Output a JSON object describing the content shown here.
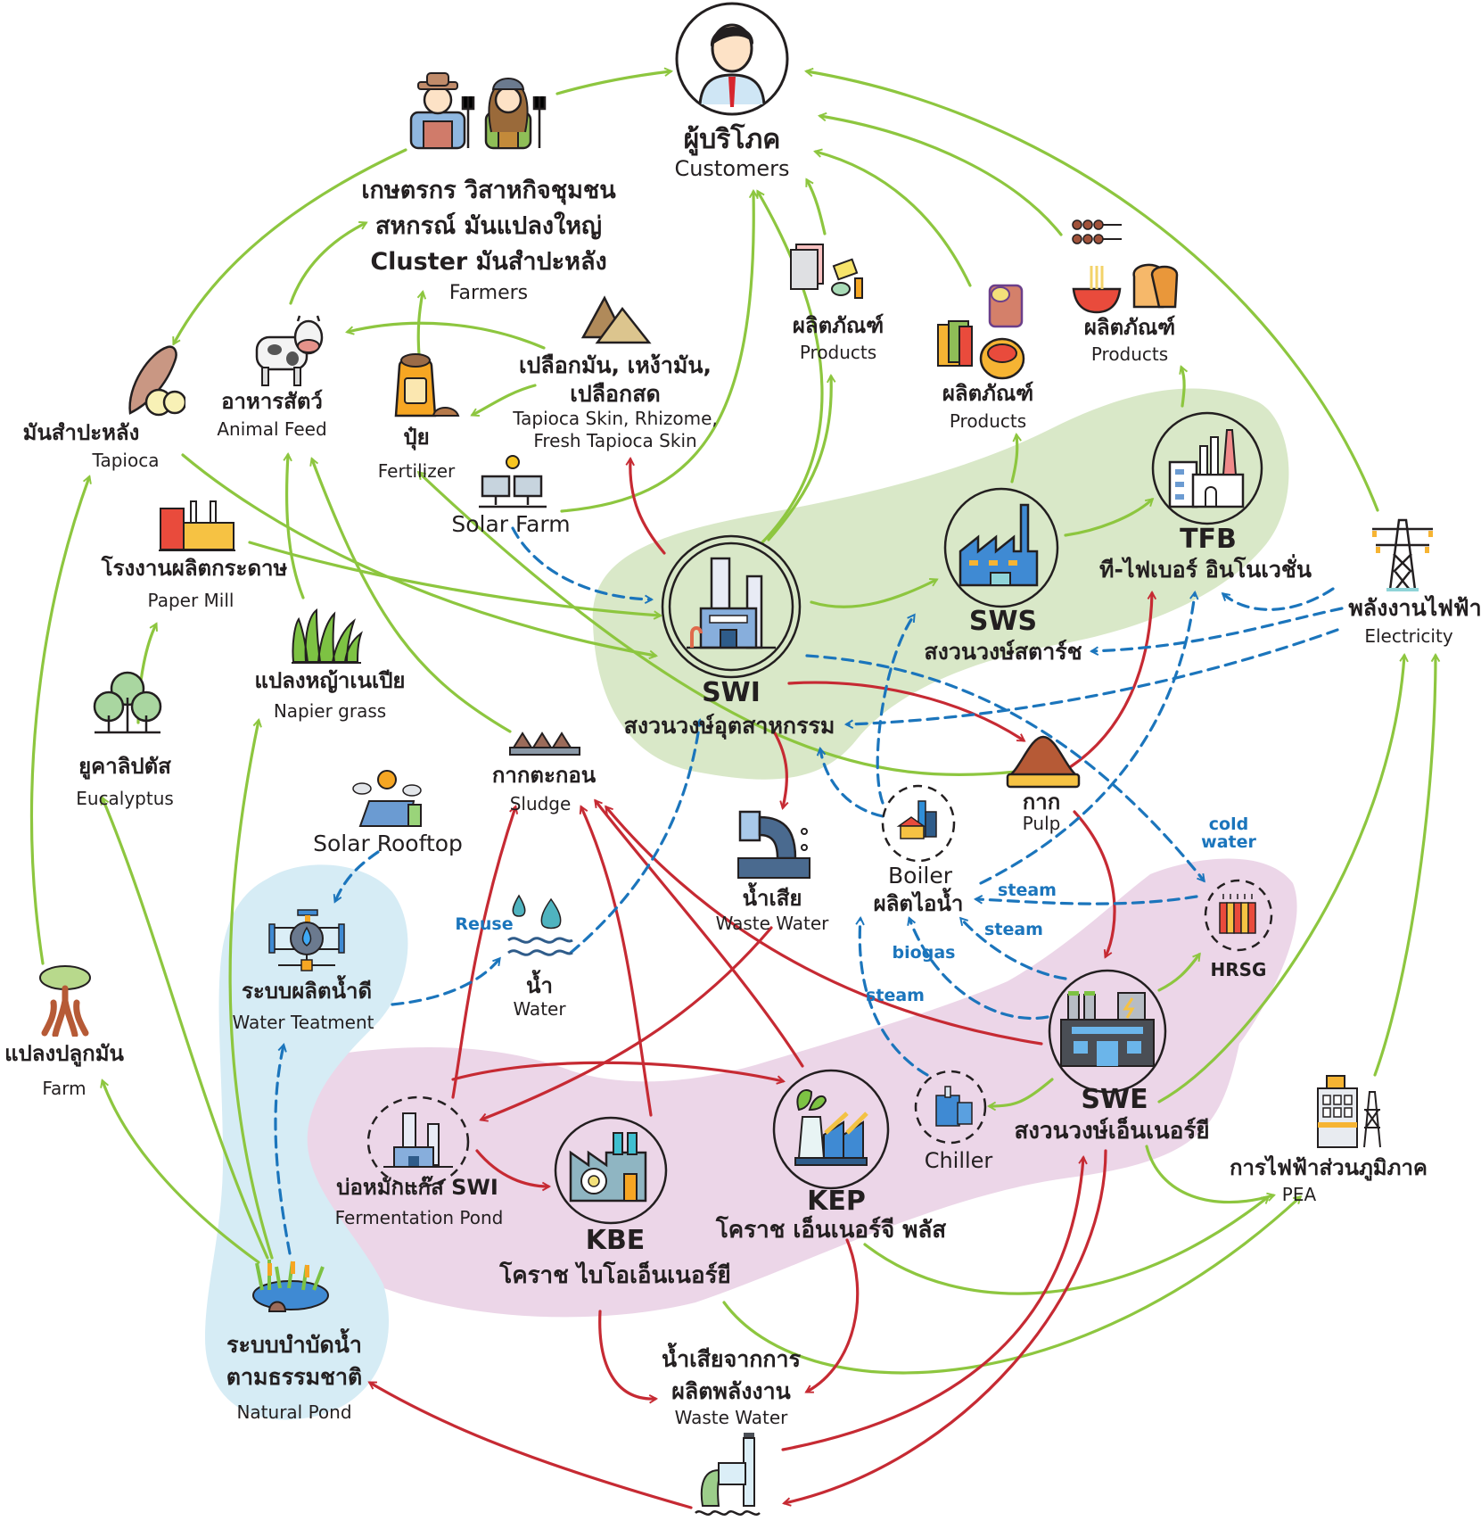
{
  "colors": {
    "flow_green": "#8dc63f",
    "flow_red": "#c62a33",
    "flow_blue_dashed": "#1b75bc",
    "zone_green": "#d9e8c8",
    "zone_pink": "#ecd6e8",
    "zone_blue": "#d6ecf5"
  },
  "nodes": {
    "customers": {
      "th": "ผู้บริโภค",
      "en": "Customers",
      "icon": "customer-person-icon"
    },
    "farmers": {
      "th_line1": "เกษตรกร วิสาหกิจชุมชน",
      "th_line2": "สหกรณ์ มันแปลงใหญ่",
      "th_line3": "Cluster มันสำปะหลัง",
      "en": "Farmers",
      "icon": "farmers-icon"
    },
    "tapioca": {
      "th": "มันสำปะหลัง",
      "en": "Tapioca",
      "icon": "tapioca-root-icon"
    },
    "animal_feed": {
      "th": "อาหารสัตว์",
      "en": "Animal Feed",
      "icon": "cow-icon"
    },
    "fertilizer": {
      "th": "ปุ๋ย",
      "en": "Fertilizer",
      "icon": "fertilizer-bag-icon"
    },
    "tapioca_skin": {
      "th_line1": "เปลือกมัน, เหง้ามัน,",
      "th_line2": "เปลือกสด",
      "en_line1": "Tapioca Skin, Rhizome,",
      "en_line2": "Fresh Tapioca Skin",
      "icon": "powder-pile-icon"
    },
    "solar_farm": {
      "en": "Solar Farm",
      "icon": "solar-farm-icon"
    },
    "products_1": {
      "th": "ผลิตภัณฑ์",
      "en": "Products",
      "icon": "paper-candy-icon"
    },
    "products_2": {
      "th": "ผลิตภัณฑ์",
      "en": "Products",
      "icon": "paper-roll-bowl-icon"
    },
    "products_3": {
      "th": "ผลิตภัณฑ์",
      "en": "Products",
      "icon": "noodle-bread-icon"
    },
    "paper_mill": {
      "th": "โรงงานผลิตกระดาษ",
      "en": "Paper Mill",
      "icon": "paper-mill-icon"
    },
    "napier": {
      "th": "แปลงหญ้าเนเปีย",
      "en": "Napier grass",
      "icon": "grass-icon"
    },
    "eucalyptus": {
      "th": "ยูคาลิปตัส",
      "en": "Eucalyptus",
      "icon": "trees-icon"
    },
    "swi": {
      "code": "SWI",
      "th": "สงวนวงษ์อุตสาหกรรม",
      "icon": "industrial-plant-icon"
    },
    "sws": {
      "code": "SWS",
      "th": "สงวนวงษ์สตาร์ช",
      "icon": "factory-icon"
    },
    "tfb": {
      "code": "TFB",
      "th": "ที-ไฟเบอร์ อินโนเวชั่น",
      "icon": "factory-chimney-icon"
    },
    "electricity": {
      "th": "พลังงานไฟฟ้า",
      "en": "Electricity",
      "icon": "power-tower-icon"
    },
    "sludge": {
      "th": "กากตะกอน",
      "en": "Sludge",
      "icon": "sludge-icon"
    },
    "solar_rooftop": {
      "en": "Solar Rooftop",
      "icon": "solar-rooftop-icon"
    },
    "waste_water_1": {
      "th": "น้ำเสีย",
      "en": "Waste Water",
      "icon": "drain-pipe-icon"
    },
    "boiler": {
      "en": "Boiler",
      "th": "ผลิตไอน้ำ",
      "icon": "boiler-icon"
    },
    "pulp": {
      "th": "กาก",
      "en": "Pulp",
      "icon": "pulp-pile-icon"
    },
    "hrsg": {
      "en": "HRSG",
      "icon": "radiator-icon"
    },
    "water": {
      "th": "น้ำ",
      "en": "Water",
      "icon": "water-drops-icon"
    },
    "water_treatment": {
      "th": "ระบบผลิตน้ำดี",
      "en": "Water Teatment",
      "icon": "water-valve-icon"
    },
    "farm": {
      "th": "แปลงปลูกมัน",
      "en": "Farm",
      "icon": "cassava-plant-icon"
    },
    "fermentation": {
      "th": "บ่อหมักแก๊ส SWI",
      "en": "Fermentation Pond",
      "icon": "fermentation-plant-icon"
    },
    "kbe": {
      "code": "KBE",
      "th": "โคราช ไบโอเอ็นเนอร์ยี",
      "icon": "biogas-factory-icon"
    },
    "kep": {
      "code": "KEP",
      "th": "โคราช เอ็นเนอร์จี พลัส",
      "icon": "green-energy-plant-icon"
    },
    "chiller": {
      "en": "Chiller",
      "icon": "chiller-icon"
    },
    "swe": {
      "code": "SWE",
      "th": "สงวนวงษ์เอ็นเนอร์ยี",
      "icon": "power-plant-icon"
    },
    "pea": {
      "th": "การไฟฟ้าส่วนภูมิภาค",
      "en": "PEA",
      "icon": "pea-building-icon"
    },
    "natural_pond": {
      "th_line1": "ระบบบำบัดน้ำ",
      "th_line2": "ตามธรรมชาติ",
      "en": "Natural Pond",
      "icon": "pond-icon"
    },
    "waste_water_2": {
      "th_line1": "น้ำเสียจากการ",
      "th_line2": "ผลิตพลังงาน",
      "en": "Waste Water",
      "icon": "outfall-pipe-icon"
    }
  },
  "edge_labels": {
    "reuse": "Reuse",
    "cold_water": "cold",
    "cold_water_2": "water",
    "steam_1": "steam",
    "steam_2": "steam",
    "steam_3": "steam",
    "biogas": "biogas"
  }
}
